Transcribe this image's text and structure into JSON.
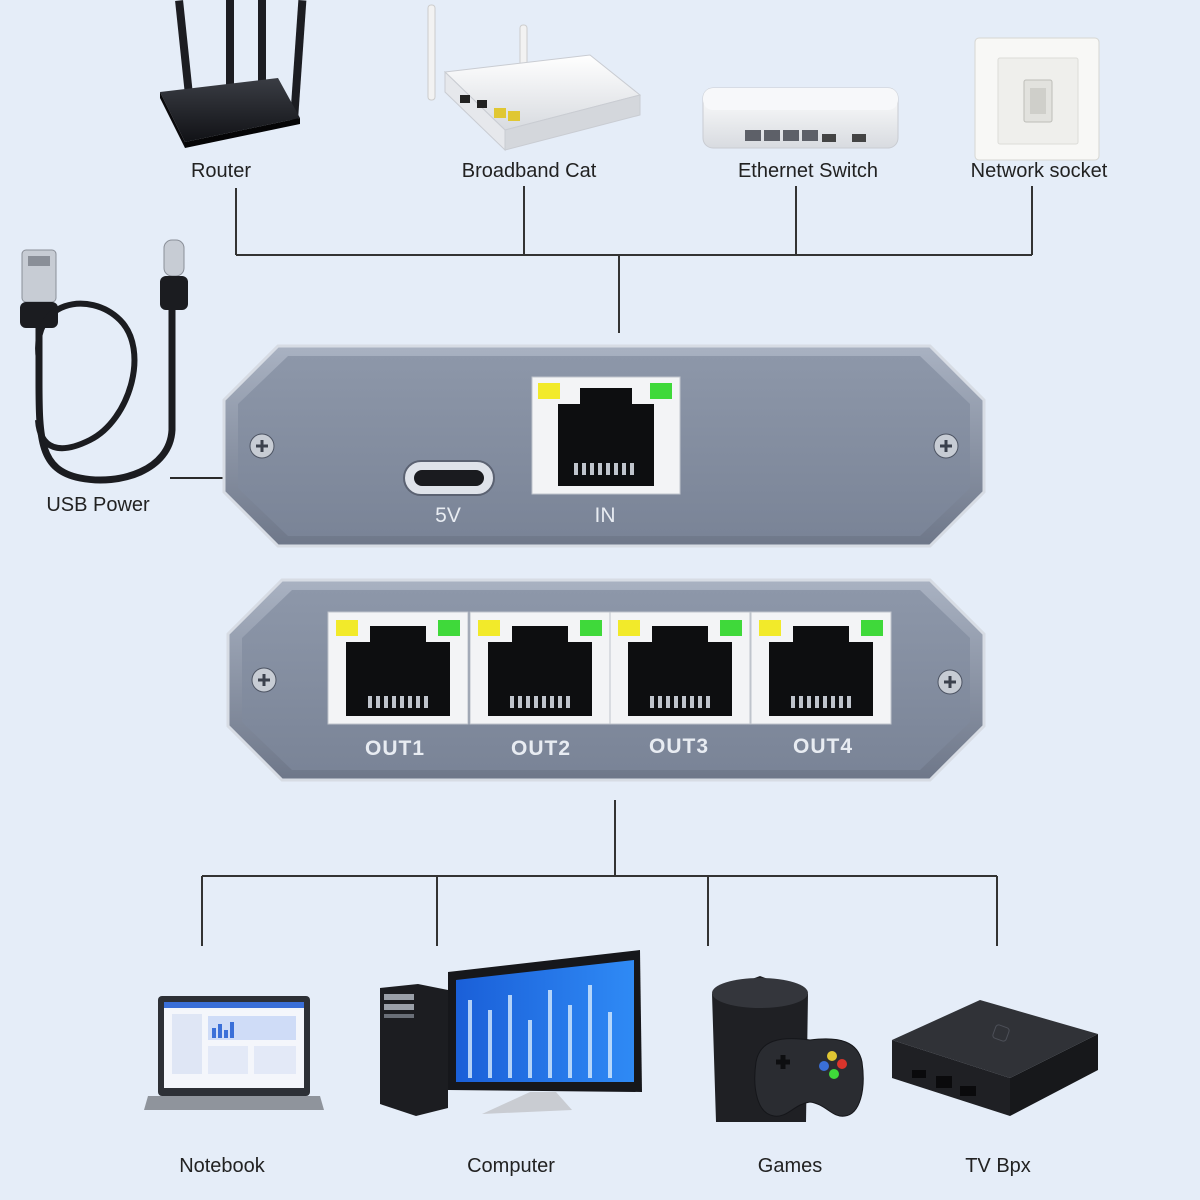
{
  "sources": [
    {
      "label": "Router",
      "icon": "router-icon"
    },
    {
      "label": "Broadband Cat",
      "icon": "modem-icon"
    },
    {
      "label": "Ethernet Switch",
      "icon": "ethernet-switch-icon"
    },
    {
      "label": "Network socket",
      "icon": "network-socket-icon"
    }
  ],
  "power": {
    "label": "USB Power",
    "icon": "usb-cable-icon"
  },
  "splitter_input": {
    "port_5v": "5V",
    "port_in": "IN"
  },
  "splitter_output": {
    "ports": [
      "OUT1",
      "OUT2",
      "OUT3",
      "OUT4"
    ]
  },
  "destinations": [
    {
      "label": "Notebook",
      "icon": "laptop-icon"
    },
    {
      "label": "Computer",
      "icon": "desktop-computer-icon"
    },
    {
      "label": "Games",
      "icon": "game-console-icon"
    },
    {
      "label": "TV Bpx",
      "icon": "tv-box-icon"
    }
  ],
  "colors": {
    "background": "#e5edf8",
    "casing": "#7d8799",
    "led_yellow": "#f2ea2a",
    "led_green": "#3fd93a",
    "connector_line": "#333333"
  }
}
